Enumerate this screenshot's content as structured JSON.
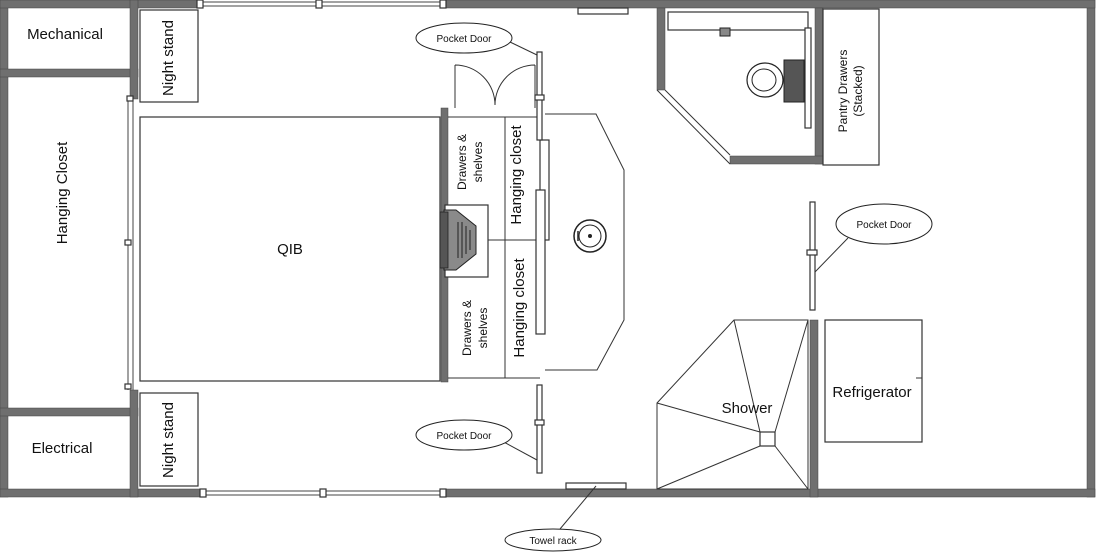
{
  "labels": {
    "mechanical": "Mechanical",
    "electrical": "Electrical",
    "hanging_closet_left": "Hanging Closet",
    "night_stand_top": "Night stand",
    "night_stand_bottom": "Night stand",
    "bed": "QIB",
    "drawers_top": [
      "Drawers &",
      "shelves"
    ],
    "drawers_bottom": [
      "Drawers &",
      "shelves"
    ],
    "hanging_closet_top": "Hanging closet",
    "hanging_closet_bottom": "Hanging closet",
    "pantry": [
      "Pantry Drawers",
      "(Stacked)"
    ],
    "shower": "Shower",
    "refrigerator": "Refrigerator"
  },
  "callouts": {
    "pocket_door_top": "Pocket Door",
    "pocket_door_right": "Pocket Door",
    "pocket_door_bottom": "Pocket Door",
    "towel_rack": "Towel rack"
  }
}
